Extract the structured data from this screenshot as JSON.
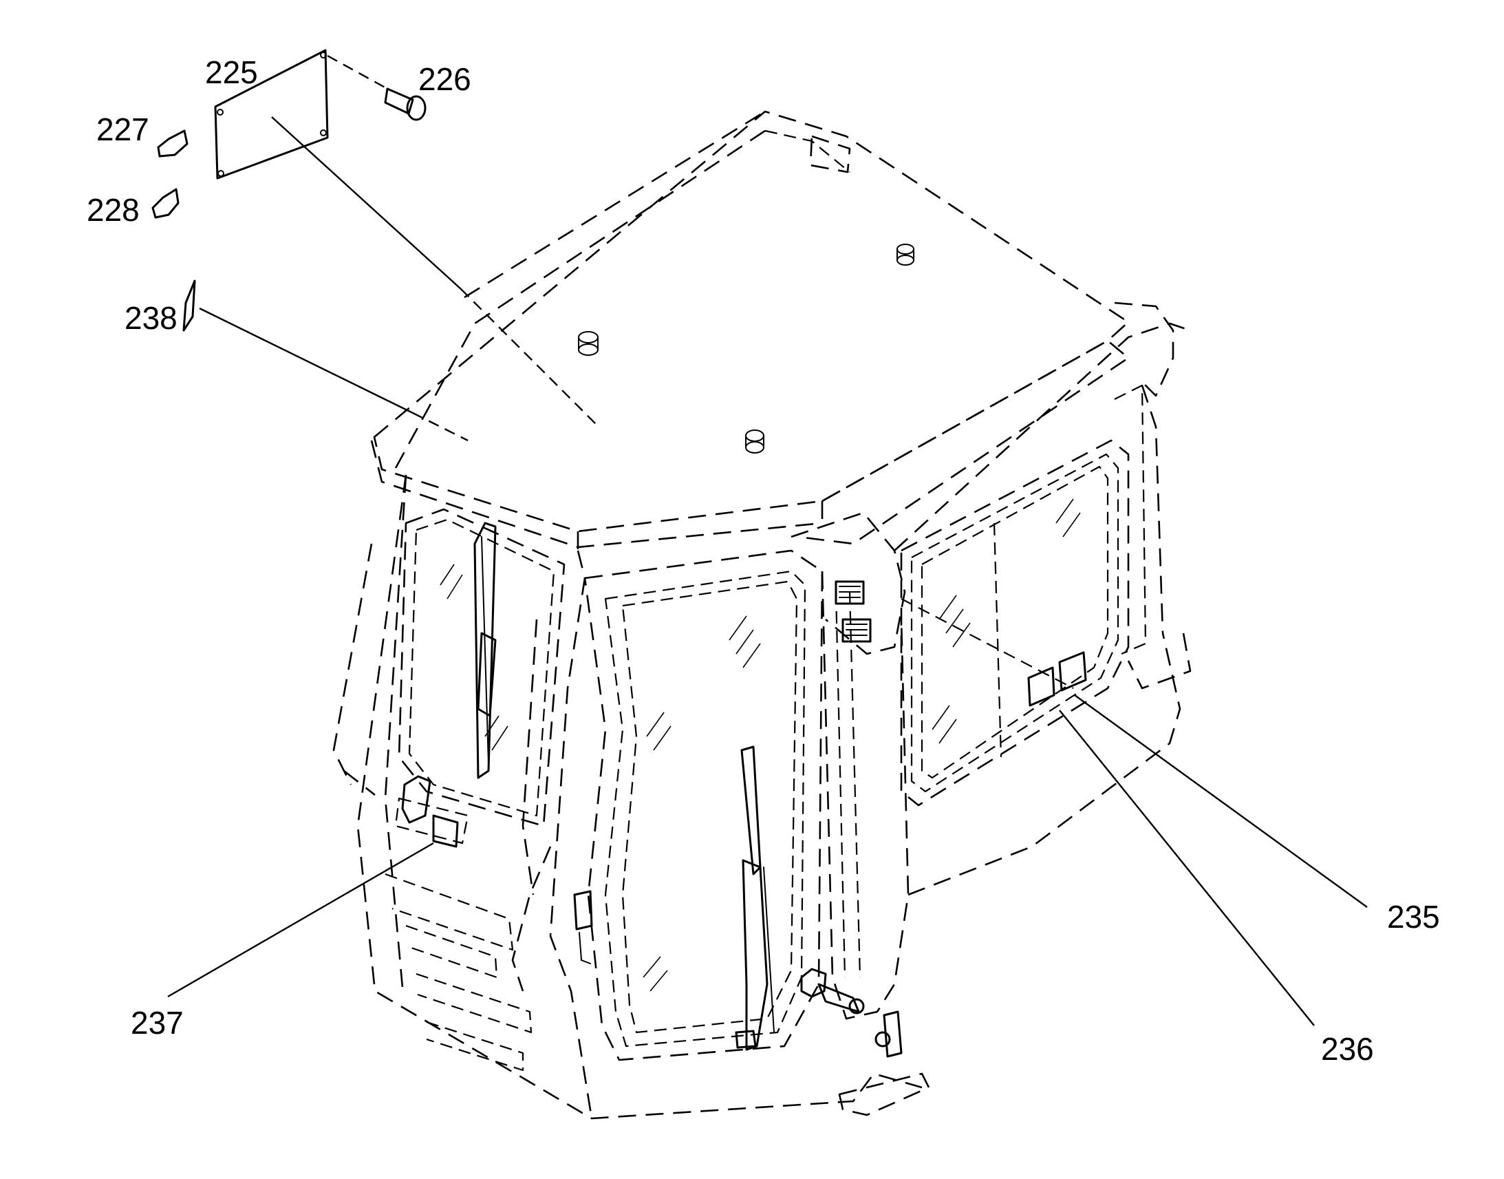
{
  "diagram": {
    "callouts": {
      "c225": "225",
      "c226": "226",
      "c227": "227",
      "c228": "228",
      "c238": "238",
      "c237": "237",
      "c235": "235",
      "c236": "236"
    }
  }
}
